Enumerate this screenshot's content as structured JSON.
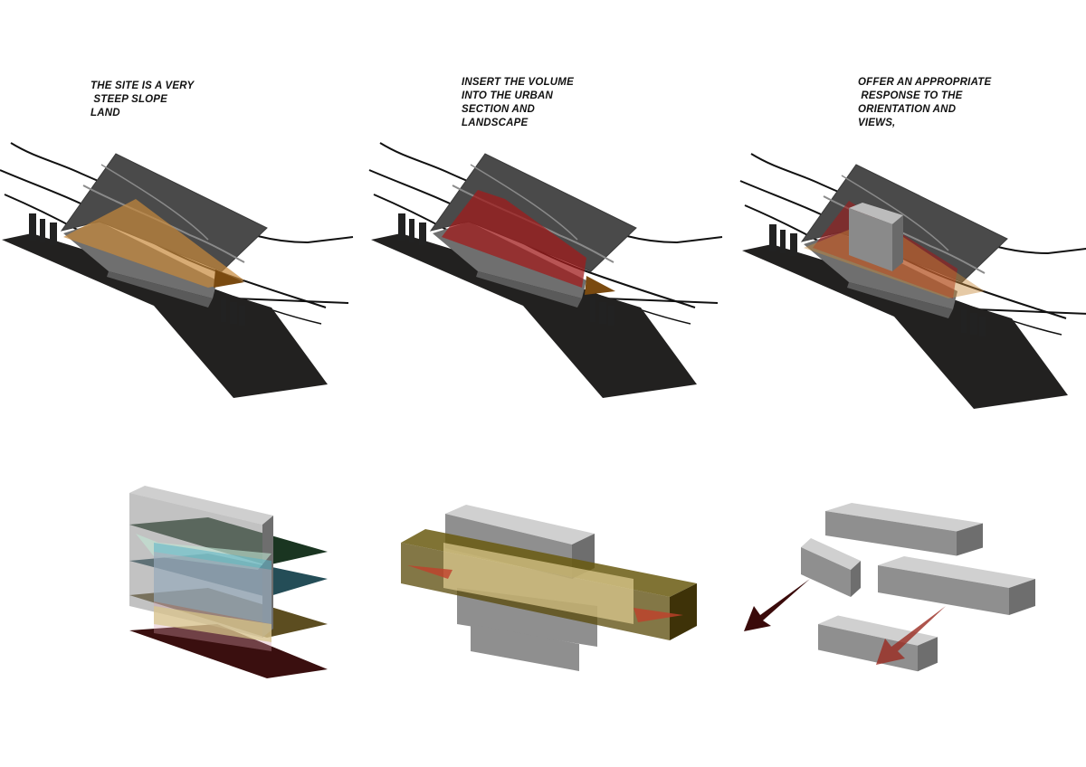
{
  "captions": {
    "step1": "THE SITE IS A VERY\n STEEP SLOPE\nLAND",
    "step2": "INSERT THE VOLUME\nINTO THE URBAN\nSECTION AND\nLANDSCAPE",
    "step3": "OFFER AN APPROPRIATE\n RESPONSE TO THE\nORIENTATION AND\nVIEWS,"
  },
  "colors": {
    "ground": "#222120",
    "roof": "#4a4a4a",
    "volume_orange": "#c8893a",
    "volume_red": "#a01c1c",
    "block_top": "#cfcfcf",
    "block_front": "#8e8e8e",
    "block_side": "#6e6e6e"
  }
}
